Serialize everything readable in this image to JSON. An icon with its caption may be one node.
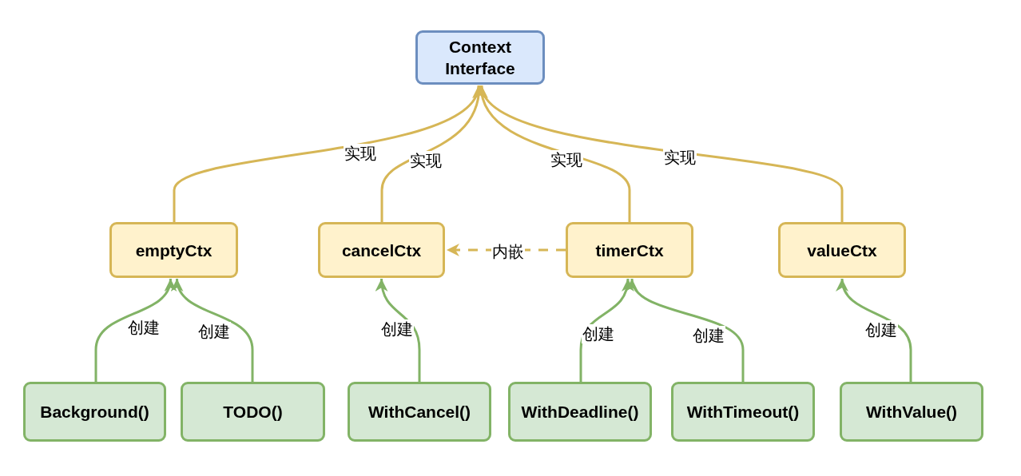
{
  "diagram": {
    "nodes": [
      {
        "text": [
          "Context Interface"
        ]
      },
      {
        "text": [
          "emptyCtx"
        ]
      },
      {
        "text": [
          "cancelCtx"
        ]
      },
      {
        "text": [
          "timerCtx"
        ]
      },
      {
        "text": [
          "valueCtx"
        ]
      },
      {
        "text": [
          "Background()"
        ]
      },
      {
        "text": [
          "TODO()"
        ]
      },
      {
        "text": [
          "WithCancel()"
        ]
      },
      {
        "text": [
          "WithDeadline()"
        ]
      },
      {
        "text": [
          "WithTimeout()"
        ]
      },
      {
        "text": [
          "WithValue()"
        ]
      }
    ],
    "edges": [
      {
        "from": 1,
        "to": 0,
        "arrow": "to",
        "label": "实现",
        "color": "#d6b656"
      },
      {
        "from": 2,
        "to": 0,
        "arrow": "to",
        "label": "实现",
        "color": "#d6b656"
      },
      {
        "from": 3,
        "to": 0,
        "arrow": "to",
        "label": "实现",
        "color": "#d6b656"
      },
      {
        "from": 4,
        "to": 0,
        "arrow": "to",
        "label": "实现",
        "color": "#d6b656"
      },
      {
        "from": 3,
        "to": 2,
        "arrow": "to",
        "label": "内嵌",
        "style": "dashed",
        "color": "#d6b656"
      },
      {
        "from": 5,
        "to": 1,
        "arrow": "to",
        "label": "创建"
      },
      {
        "from": 6,
        "to": 1,
        "arrow": "to",
        "label": "创建"
      },
      {
        "from": 7,
        "to": 2,
        "arrow": "to",
        "label": "创建"
      },
      {
        "from": 8,
        "to": 3,
        "arrow": "to",
        "label": "创建"
      },
      {
        "from": 9,
        "to": 3,
        "arrow": "to",
        "label": "创建"
      },
      {
        "from": 10,
        "to": 4,
        "arrow": "to",
        "label": "创建"
      }
    ]
  }
}
